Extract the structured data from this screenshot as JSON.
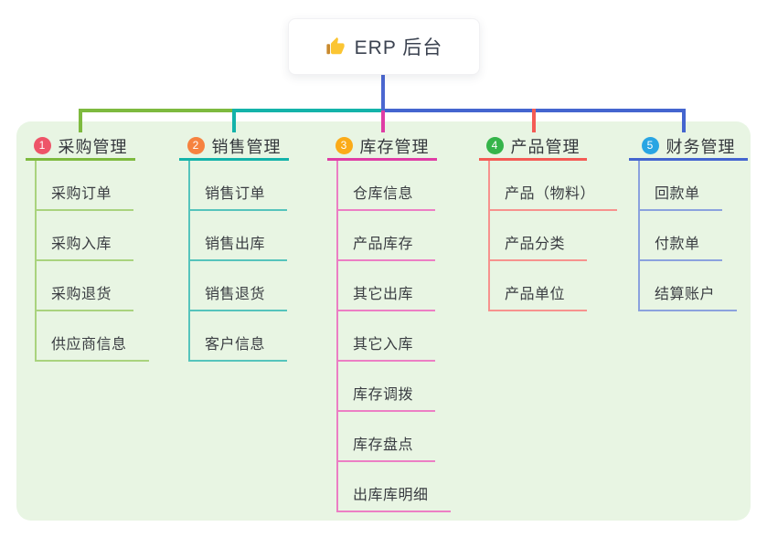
{
  "root": {
    "label": "ERP 后台",
    "icon": "thumbs-up-icon"
  },
  "connector": {
    "root_color": "#4b67d1"
  },
  "branches": [
    {
      "num": "1",
      "label": "采购管理",
      "badge": "#ee5468",
      "main": "#7eba3f",
      "light": "#a9d37e",
      "children": [
        "采购订单",
        "采购入库",
        "采购退货",
        "供应商信息"
      ]
    },
    {
      "num": "2",
      "label": "销售管理",
      "badge": "#f6823f",
      "main": "#14b3aa",
      "light": "#55c4bc",
      "children": [
        "销售订单",
        "销售出库",
        "销售退货",
        "客户信息"
      ]
    },
    {
      "num": "3",
      "label": "库存管理",
      "badge": "#fbab18",
      "main": "#df3da5",
      "light": "#ec7ec4",
      "children": [
        "仓库信息",
        "产品库存",
        "其它出库",
        "其它入库",
        "库存调拨",
        "库存盘点",
        "出库库明细"
      ]
    },
    {
      "num": "4",
      "label": "产品管理",
      "badge": "#35b44a",
      "main": "#f45b55",
      "light": "#f7928e",
      "children": [
        "产品（物料）",
        "产品分类",
        "产品单位"
      ]
    },
    {
      "num": "5",
      "label": "财务管理",
      "badge": "#29a5e3",
      "main": "#4465cf",
      "light": "#8ba2de",
      "children": [
        "回款单",
        "付款单",
        "结算账户"
      ]
    }
  ]
}
